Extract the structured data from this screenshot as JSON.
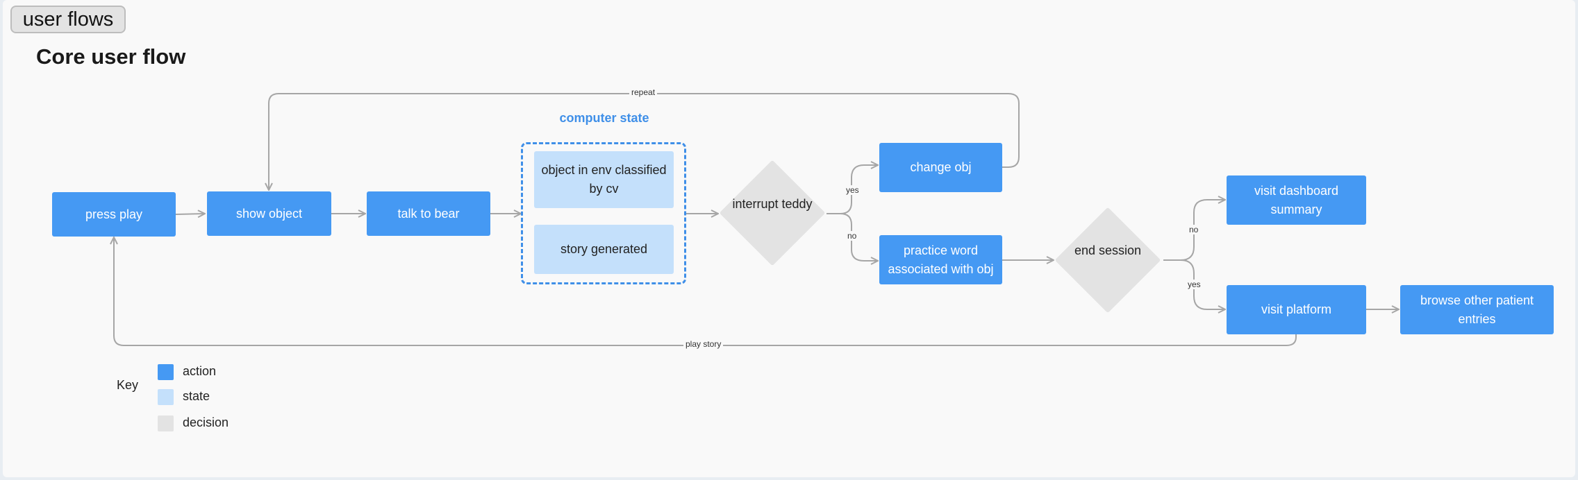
{
  "tag": "user flows",
  "title": "Core user flow",
  "group_label": "computer state",
  "nodes": {
    "press_play": "press play",
    "show_object": "show object",
    "talk_to_bear": "talk to bear",
    "object_in_env": "object in env classified by cv",
    "story_generated": "story generated",
    "interrupt_teddy": "interrupt teddy",
    "change_obj": "change obj",
    "practice_word": "practice word associated with obj",
    "end_session": "end session",
    "visit_dashboard": "visit dashboard summary",
    "visit_platform": "visit platform",
    "browse_entries": "browse other patient entries"
  },
  "edge_labels": {
    "repeat": "repeat",
    "play_story": "play story",
    "yes_1": "yes",
    "no_1": "no",
    "no_2": "no",
    "yes_2": "yes"
  },
  "key": {
    "title": "Key",
    "items": [
      {
        "label": "action",
        "color": "#4599f3"
      },
      {
        "label": "state",
        "color": "#c4e0fb"
      },
      {
        "label": "decision",
        "color": "#e3e3e3"
      }
    ]
  },
  "colors": {
    "action": "#4599f3",
    "state": "#c4e0fb",
    "decision": "#e3e3e3",
    "group_border": "#3f8fe8",
    "connector": "#a6a6a6"
  }
}
